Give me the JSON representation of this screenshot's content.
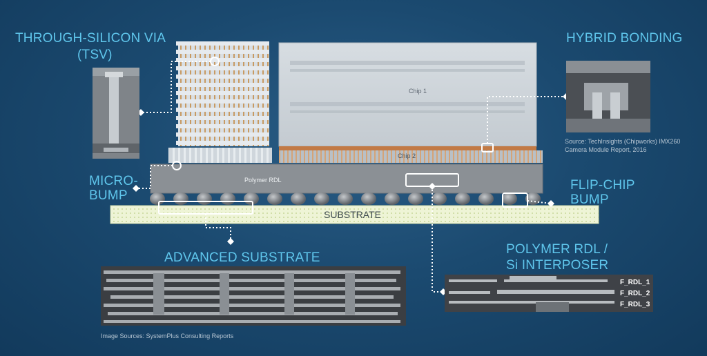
{
  "labels": {
    "tsv": "THROUGH-SILICON VIA",
    "tsv_abbrev": "(TSV)",
    "hybrid": "HYBRID BONDING",
    "micro1": "MICRO-",
    "micro2": "BUMP",
    "flip1": "FLIP-CHIP",
    "flip2": "BUMP",
    "adv": "ADVANCED SUBSTRATE",
    "poly1": "POLYMER RDL /",
    "poly2": "Si INTERPOSER",
    "substrate": "SUBSTRATE",
    "polymer_rdl": "Polymer RDL",
    "chip1": "Chip 1",
    "chip2": "Chip 2"
  },
  "sources": {
    "hybrid_src1": "Source: TechInsights (Chipworks) IMX260",
    "hybrid_src2": "Camera Module Report, 2016",
    "image_src": "Image Sources: SystemPlus Consulting Reports"
  },
  "rdl_layers": [
    "F_RDL_1",
    "F_RDL_2",
    "F_RDL_3"
  ],
  "colors": {
    "label": "#5fc6ec",
    "background": "#1b4a70",
    "substrate": "#e6f0c8",
    "interposer": "#8a8f94"
  }
}
